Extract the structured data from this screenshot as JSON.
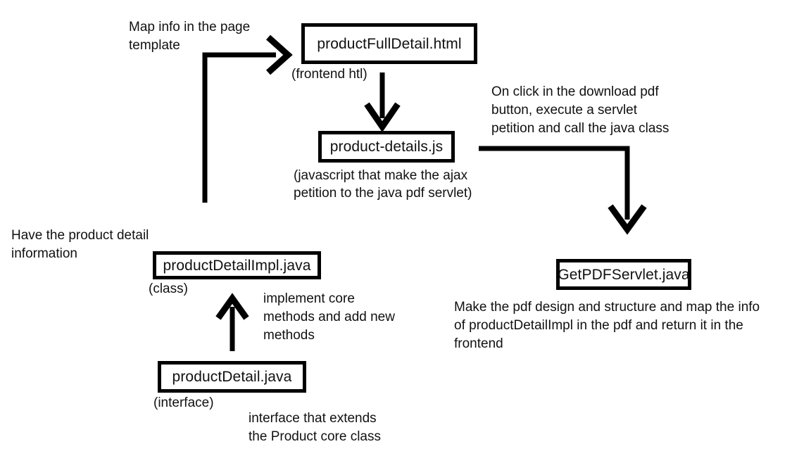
{
  "diagram": {
    "title": "Product detail PDF generation flow",
    "background_color": "#ffffff",
    "stroke_color": "#000000",
    "text_color": "#111111"
  },
  "nodes": [
    {
      "id": "product-full-detail-html",
      "label": "productFullDetail.html"
    },
    {
      "id": "product-details-js",
      "label": "product-details.js"
    },
    {
      "id": "get-pdf-servlet-java",
      "label": "GetPDFServlet.java"
    },
    {
      "id": "product-detail-impl-java",
      "label": "productDetailImpl.java"
    },
    {
      "id": "product-detail-java",
      "label": "productDetail.java"
    }
  ],
  "captions": [
    {
      "id": "frontend-htl",
      "text": "(frontend htl)"
    },
    {
      "id": "javascript-ajax",
      "text": "(javascript that make the ajax\npetition to the java pdf servlet)"
    },
    {
      "id": "class",
      "text": "(class)"
    },
    {
      "id": "interface",
      "text": "(interface)"
    }
  ],
  "notes": [
    {
      "id": "map-info",
      "text": "Map info in the page\ntemplate"
    },
    {
      "id": "on-click-download",
      "text": "On click in the download pdf\nbutton, execute a servlet\npetition and call the java class"
    },
    {
      "id": "have-product-detail",
      "text": "Have the product detail\ninformation"
    },
    {
      "id": "implement-core-methods",
      "text": "implement core\nmethods and add new\nmethods"
    },
    {
      "id": "make-pdf-design",
      "text": "Make the pdf design and structure and map the info\nof productDetailImpl in the pdf and return it in the\nfrontend"
    },
    {
      "id": "interface-extends",
      "text": "interface that extends\nthe Product core class"
    }
  ],
  "arrows": [
    {
      "id": "template-to-html",
      "from": "map-info-template",
      "to": "product-full-detail-html",
      "shape": "elbow-up-right"
    },
    {
      "id": "html-to-js",
      "from": "product-full-detail-html",
      "to": "product-details-js",
      "shape": "down"
    },
    {
      "id": "js-to-servlet",
      "from": "product-details-js",
      "to": "get-pdf-servlet-java",
      "shape": "elbow-right-down"
    },
    {
      "id": "interface-to-impl",
      "from": "product-detail-java",
      "to": "product-detail-impl-java",
      "shape": "up"
    }
  ]
}
